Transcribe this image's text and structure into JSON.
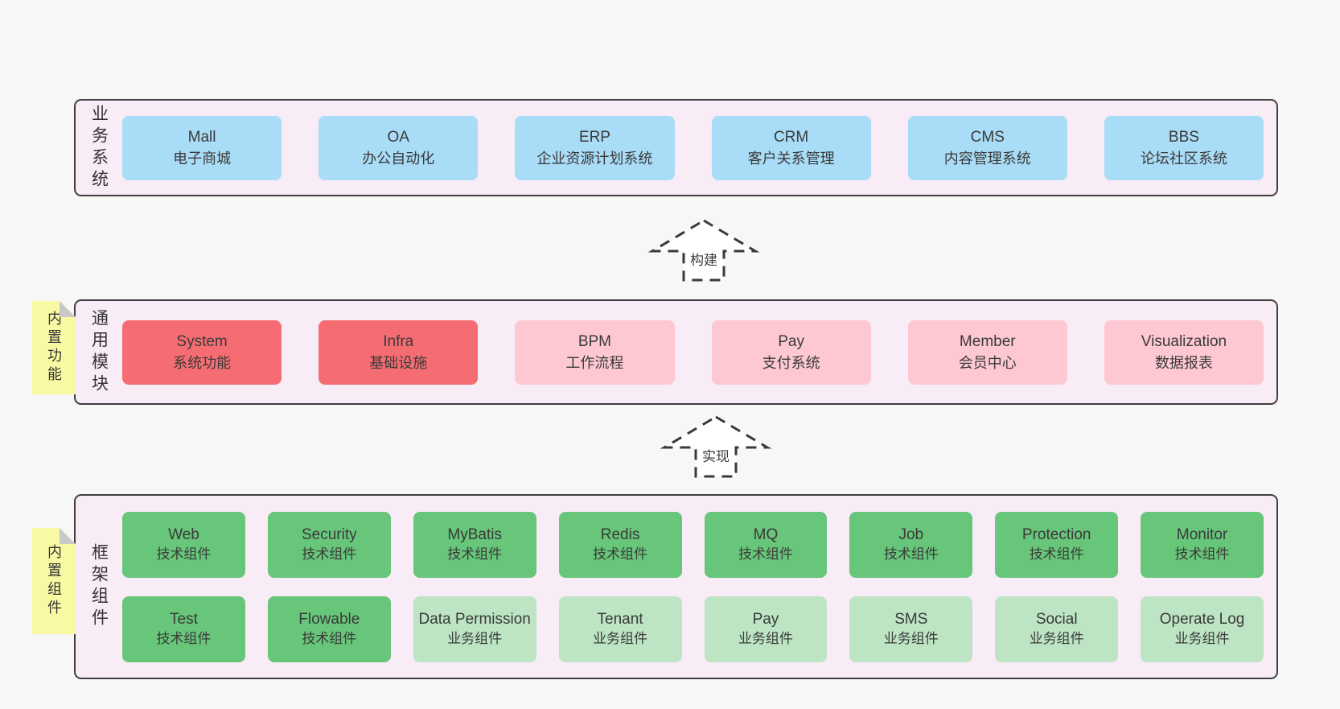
{
  "diagram": {
    "bands": [
      {
        "label": "业务系统",
        "boxes": [
          {
            "name": "Mall",
            "desc": "电子商城"
          },
          {
            "name": "OA",
            "desc": "办公自动化"
          },
          {
            "name": "ERP",
            "desc": "企业资源计划系统"
          },
          {
            "name": "CRM",
            "desc": "客户关系管理"
          },
          {
            "name": "CMS",
            "desc": "内容管理系统"
          },
          {
            "name": "BBS",
            "desc": "论坛社区系统"
          }
        ]
      },
      {
        "label": "通用模块",
        "sticky": "内置功能",
        "boxes": [
          {
            "name": "System",
            "desc": "系统功能"
          },
          {
            "name": "Infra",
            "desc": "基础设施"
          },
          {
            "name": "BPM",
            "desc": "工作流程"
          },
          {
            "name": "Pay",
            "desc": "支付系统"
          },
          {
            "name": "Member",
            "desc": "会员中心"
          },
          {
            "name": "Visualization",
            "desc": "数据报表"
          }
        ]
      },
      {
        "label": "框架组件",
        "sticky": "内置组件",
        "rows": [
          [
            {
              "name": "Web",
              "desc": "技术组件"
            },
            {
              "name": "Security",
              "desc": "技术组件"
            },
            {
              "name": "MyBatis",
              "desc": "技术组件"
            },
            {
              "name": "Redis",
              "desc": "技术组件"
            },
            {
              "name": "MQ",
              "desc": "技术组件"
            },
            {
              "name": "Job",
              "desc": "技术组件"
            },
            {
              "name": "Protection",
              "desc": "技术组件"
            },
            {
              "name": "Monitor",
              "desc": "技术组件"
            }
          ],
          [
            {
              "name": "Test",
              "desc": "技术组件"
            },
            {
              "name": "Flowable",
              "desc": "技术组件"
            },
            {
              "name": "Data Permission",
              "desc": "业务组件"
            },
            {
              "name": "Tenant",
              "desc": "业务组件"
            },
            {
              "name": "Pay",
              "desc": "业务组件"
            },
            {
              "name": "SMS",
              "desc": "业务组件"
            },
            {
              "name": "Social",
              "desc": "业务组件"
            },
            {
              "name": "Operate Log",
              "desc": "业务组件"
            }
          ]
        ]
      }
    ],
    "arrows": [
      {
        "label": "构建"
      },
      {
        "label": "实现"
      }
    ],
    "colors": {
      "background": "#f7f7f7",
      "band_bg": "#f8ecf6",
      "band_border": "#3f3f3f",
      "system_blue": "#a9dcf6",
      "core_red": "#f56d72",
      "module_pink": "#fec8d2",
      "tech_green": "#67c679",
      "biz_green": "#bde5c3",
      "sticky_yellow": "#f9f9a3",
      "text": "#3a3a3a"
    }
  }
}
